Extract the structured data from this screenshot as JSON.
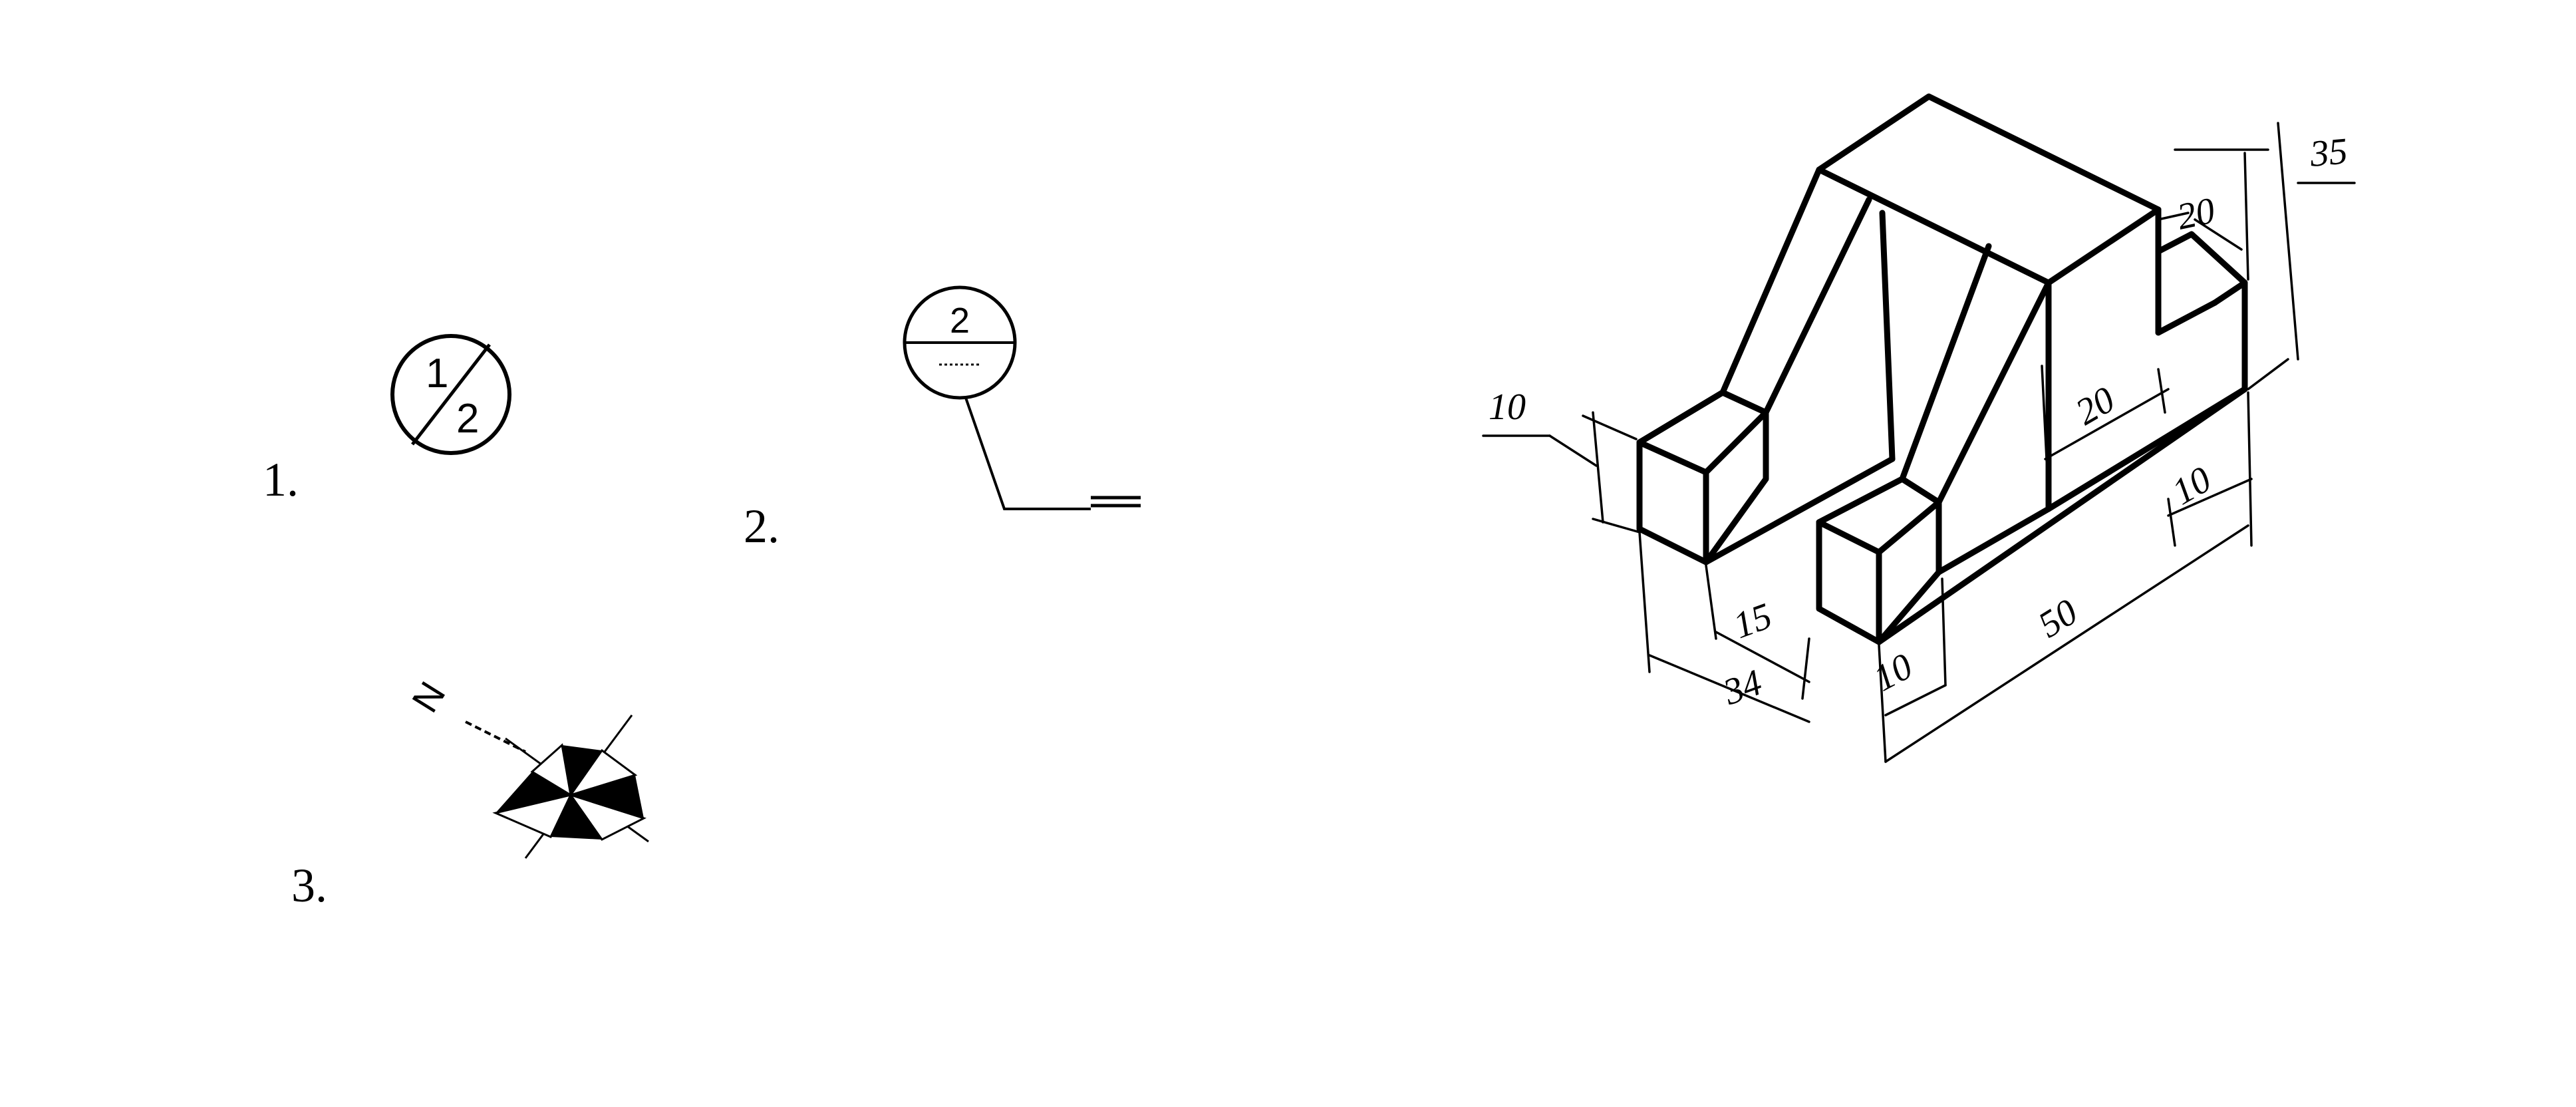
{
  "items": {
    "item1": {
      "label": "1.",
      "numerator": "1",
      "denominator": "2"
    },
    "item2": {
      "label": "2.",
      "top_number": "2"
    },
    "item3": {
      "label": "3.",
      "north_letter": "N"
    }
  },
  "isometric": {
    "dims": {
      "d10_left": "10",
      "d15": "15",
      "d34": "34",
      "d10_front": "10",
      "d50": "50",
      "d20_face": "20",
      "d10_right": "10",
      "d20_top": "20",
      "d35": "35"
    }
  }
}
